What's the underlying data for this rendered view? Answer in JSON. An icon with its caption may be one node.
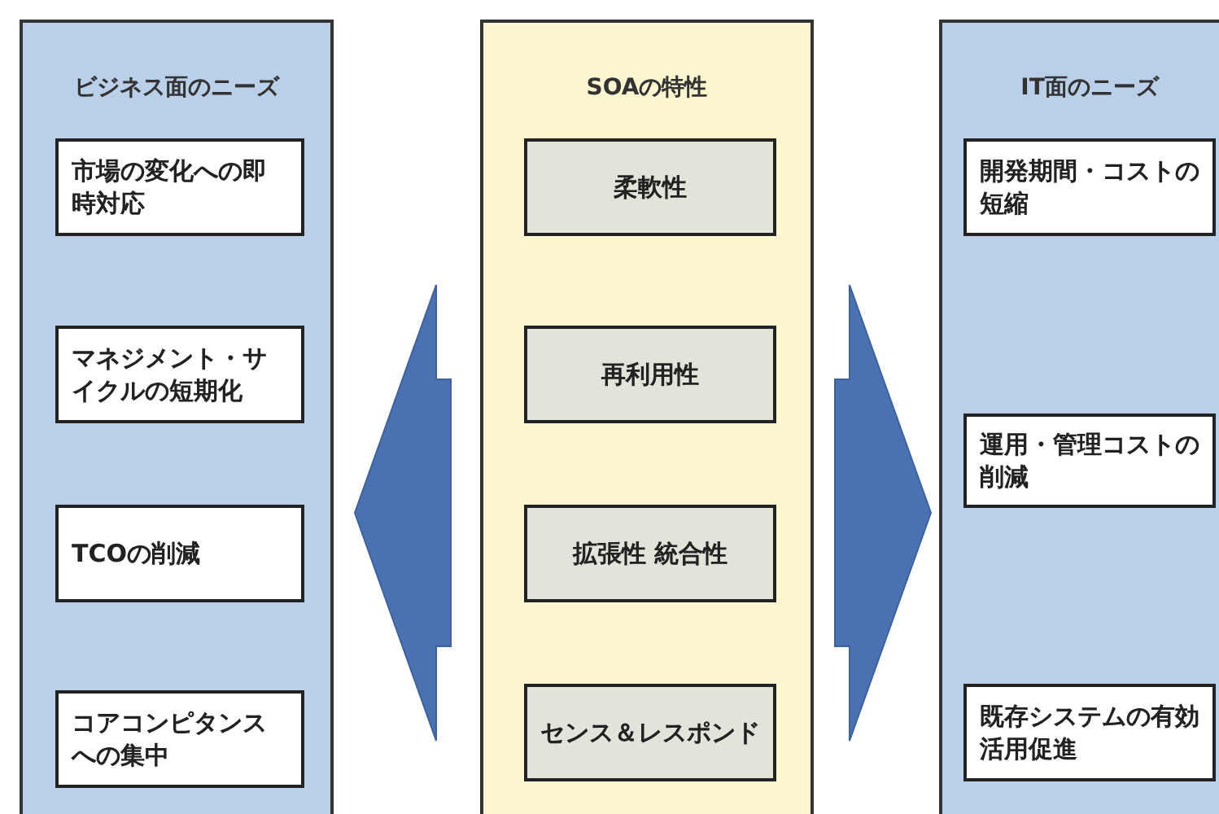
{
  "diagram": {
    "nodes": [
      {
        "text": [
          "ビジネス面のニーズ"
        ]
      },
      {
        "text": [
          "市場の変化への即時対応"
        ],
        "in": 0
      },
      {
        "text": [
          "マネジメント・サイクルの短期化"
        ],
        "in": 0
      },
      {
        "text": [
          "TCOの削減"
        ],
        "in": 0
      },
      {
        "text": [
          "コアコンピタンスへの集中"
        ],
        "in": 0
      },
      {
        "text": [
          "SOAの特性"
        ]
      },
      {
        "text": [
          "柔軟性"
        ],
        "in": 5
      },
      {
        "text": [
          "再利用性"
        ],
        "in": 5
      },
      {
        "text": [
          "拡張性 統合性"
        ],
        "in": 5
      },
      {
        "text": [
          "センス＆レスポンド"
        ],
        "in": 5
      },
      {
        "text": [
          "IT面のニーズ"
        ]
      },
      {
        "text": [
          "開発期間・コストの短縮"
        ],
        "in": 10
      },
      {
        "text": [
          "運用・管理コストの削減"
        ],
        "in": 10
      },
      {
        "text": [
          "既存システムの有効活用促進"
        ],
        "in": 10
      }
    ],
    "edges": [
      {
        "from": 5,
        "to": 0,
        "arrow": "to"
      },
      {
        "from": 5,
        "to": 10,
        "arrow": "to"
      }
    ]
  }
}
